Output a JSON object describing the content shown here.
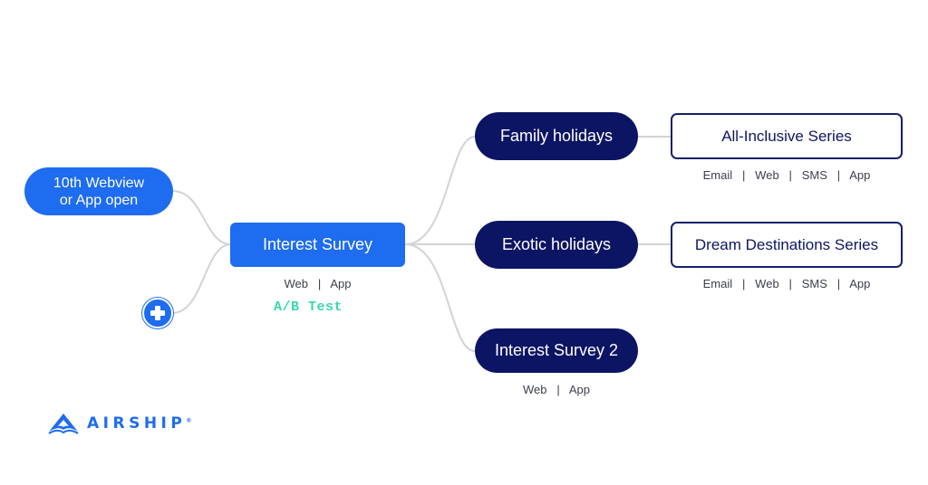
{
  "colors": {
    "blue": "#1e6cf0",
    "navy": "#0c1563",
    "connector": "#d3d3d7",
    "ab_test": "#3ad7b0"
  },
  "trigger": {
    "line1": "10th Webview",
    "line2": "or App open"
  },
  "add_button": {
    "icon": "plus-icon"
  },
  "survey": {
    "label": "Interest Survey",
    "channels": "Web   |   App",
    "ab_test": "A/B Test"
  },
  "branches": [
    {
      "label": "Family holidays"
    },
    {
      "label": "Exotic holidays"
    },
    {
      "label": "Interest Survey 2",
      "channels": "Web   |   App"
    }
  ],
  "series": [
    {
      "label": "All-Inclusive Series",
      "channels": "Email   |   Web   |   SMS   |   App"
    },
    {
      "label": "Dream Destinations Series",
      "channels": "Email   |   Web   |   SMS   |   App"
    }
  ],
  "logo": {
    "text": "AIRSHIP",
    "mark": "®",
    "icon": "airship-logo-icon"
  }
}
